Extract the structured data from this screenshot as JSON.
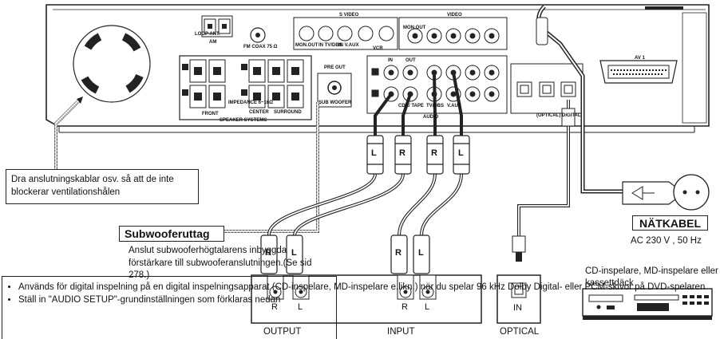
{
  "notes": {
    "ventilation": "Dra anslutningskablar osv. så att de inte blockerar ventilationshålen",
    "subwoofer_title": "Subwooferuttag",
    "subwoofer_desc": "Anslut subwooferhögtalarens inbyggda förstärkare till subwooferanslutningen.(Se sid 278.)",
    "bullet_1": "Används för digital inspelning på en digital inspelningsapparat (CD-inspelare, MD-inspelare e.likn.) när du spelar 96 kHz Dolby Digital- eller PCM-skivor på DVD-spelaren",
    "bullet_2": "Ställ in \"AUDIO SETUP\"-grundinställningen som förklaras nedan"
  },
  "power": {
    "label": "NÄTKABEL",
    "spec": "AC 230 V , 50 Hz"
  },
  "device": {
    "label": "CD-inspelare, MD-inspelare eller kassettdäck",
    "output_label": "OUTPUT",
    "input_label": "INPUT",
    "optical_label": "OPTICAL",
    "optical_in": "IN",
    "r": "R",
    "l": "L"
  },
  "panel": {
    "loop_ant": "LOOP ANT.",
    "am": "AM",
    "fm_coax": "FM COAX 75 Ω",
    "s_video": "S VIDEO",
    "video": "VIDEO",
    "monout": "MON.OUT",
    "in_tvdbs": "IN TV/DBS",
    "in_vaux": "IN V.AUX",
    "vcr": "VCR",
    "in": "IN",
    "out": "OUT",
    "pre_out": "PRE OUT",
    "sub_woofer": "SUB WOOFER",
    "cdr_tape": "CDR/ TAPE",
    "tvdbs": "TV/DBS",
    "vaux": "V.AUX",
    "audio": "AUDIO",
    "front": "FRONT",
    "center": "CENTER",
    "surround": "SURROUND",
    "impedance": "IMPEDANCE 6~16Ω",
    "speaker_systems": "SPEAKER SYSTEMS",
    "optical_digital": "(OPTICAL) DIGITAL",
    "av1": "AV 1",
    "plug_l": "L",
    "plug_r": "R"
  }
}
